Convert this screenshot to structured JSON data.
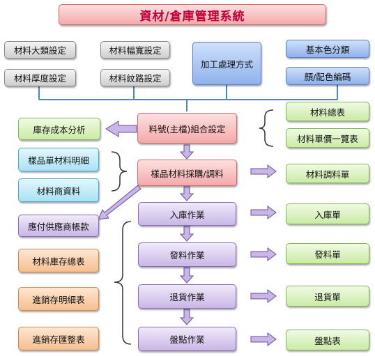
{
  "title": "資材/倉庫管理系統",
  "settings": {
    "material_category": "材料大類設定",
    "material_width": "材料幅寬設定",
    "material_thickness": "材料厚度設定",
    "material_pattern": "材料紋路設定",
    "processing_method": "加工處理方式",
    "base_color": "基本色分類",
    "color_coding": "顏/配色編碼"
  },
  "core": {
    "part_master": "料號(主檔)組合設定",
    "sample_purchase": "樣品材料採購/調料",
    "stock_in": "入庫作業",
    "issue": "發料作業",
    "return": "退貨作業",
    "stocktake": "盤點作業"
  },
  "left": {
    "inventory_cost": "庫存成本分析",
    "sample_detail": "樣品單材料明細",
    "supplier_data": "材料商資料",
    "payables": "應付供應商帳款",
    "stock_summary": "材料庫存總表",
    "inout_detail": "進銷存明細表",
    "inout_summary": "進銷存匯整表"
  },
  "right": {
    "material_master": "材料總表",
    "price_list": "材料單價一覽表",
    "transfer_form": "材料調料單",
    "stock_in_form": "入庫單",
    "issue_form": "發料單",
    "return_form": "退貨單",
    "stocktake_form": "盤點表"
  },
  "colors": {
    "title_text": "#c0003a",
    "connector_line": "#4a86c8",
    "arrow_fill": "#c8b6e6",
    "arrow_stroke": "#6a4ea0"
  }
}
